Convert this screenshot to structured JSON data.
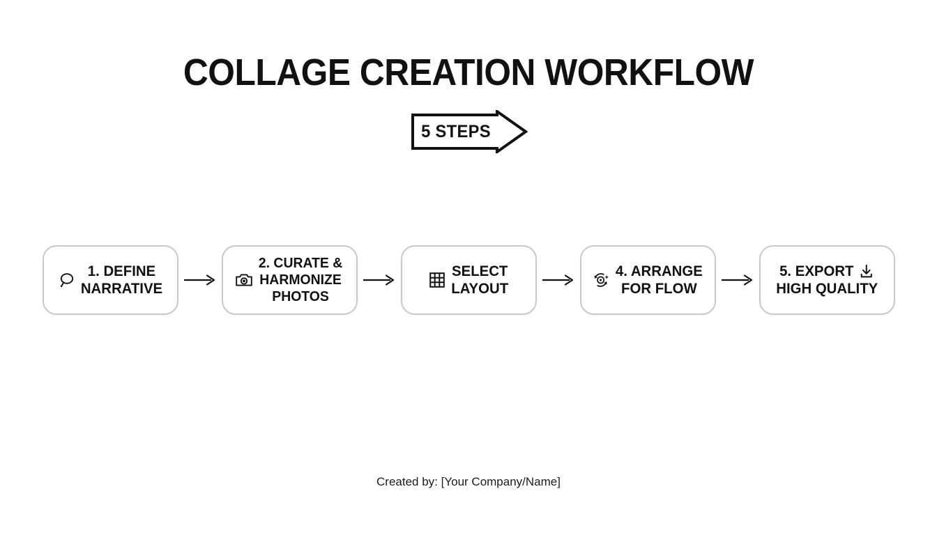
{
  "page": {
    "title": "COLLAGE CREATION WORKFLOW",
    "background_color": "#ffffff",
    "text_color": "#111111",
    "box_border_color": "#c9c9c9"
  },
  "banner": {
    "label": "5 STEPS",
    "shape": "right-arrow-banner",
    "fill": "#ffffff",
    "stroke": "#111111"
  },
  "flow": {
    "connector_glyph": "arrow-right",
    "steps": [
      {
        "id": "step-1",
        "icon": "speech-bubble-icon",
        "icon_position": "left",
        "label": "1. DEFINE\nNARRATIVE",
        "number": "1."
      },
      {
        "id": "step-2",
        "icon": "camera-icon",
        "icon_position": "left",
        "label": "2. CURATE &\nHARMONIZE\nPHOTOS",
        "number": "2."
      },
      {
        "id": "step-3",
        "icon": "grid-layout-icon",
        "icon_position": "left",
        "label": "SELECT\nLAYOUT",
        "number": ""
      },
      {
        "id": "step-4",
        "icon": "rotate-sparkle-icon",
        "icon_position": "left",
        "label": "4. ARRANGE\nFOR FLOW",
        "number": "4."
      },
      {
        "id": "step-5",
        "icon": "download-icon",
        "icon_position": "inline-line-1",
        "label_line_1": "5. EXPORT",
        "label_line_2": "HIGH QUALITY",
        "number": "5."
      }
    ]
  },
  "footer": {
    "credit": "Created by: [Your Company/Name]"
  }
}
